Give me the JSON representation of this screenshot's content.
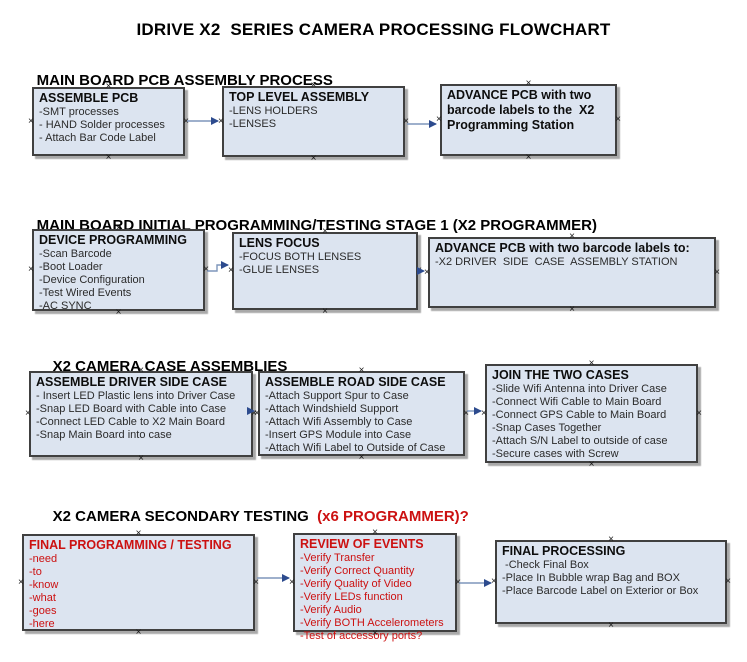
{
  "page_title": "IDRIVE X2  SERIES CAMERA PROCESSING FLOWCHART",
  "handle_glyph": "×",
  "colors": {
    "box_fill": "#dce4f0",
    "box_border": "#404040",
    "box_shadow": "#a9a9a9",
    "accent_red": "#cc1111",
    "arrow_line": "#7e96bb",
    "arrow_head": "#2d4b8e",
    "background": "#ffffff"
  },
  "sections": [
    {
      "heading": "MAIN BOARD PCB ASSEMBLY PROCESS",
      "heading_suffix": "",
      "boxes": [
        {
          "title": "ASSEMBLE PCB",
          "items": [
            "-SMT processes",
            "- HAND Solder processes",
            "- Attach Bar Code Label"
          ]
        },
        {
          "title": "TOP LEVEL ASSEMBLY",
          "items": [
            "-LENS HOLDERS",
            "-LENSES"
          ]
        },
        {
          "title": "ADVANCE PCB with two barcode labels to the  X2 Programming Station",
          "items": []
        }
      ]
    },
    {
      "heading": "MAIN BOARD INITIAL PROGRAMMING/TESTING STAGE 1 (X2 PROGRAMMER)",
      "heading_suffix": "",
      "boxes": [
        {
          "title": "DEVICE PROGRAMMING",
          "items": [
            "-Scan Barcode",
            "-Boot Loader",
            "-Device Configuration",
            "-Test Wired Events",
            "-AC SYNC"
          ]
        },
        {
          "title": "LENS FOCUS",
          "items": [
            "-FOCUS BOTH LENSES",
            "-GLUE LENSES"
          ]
        },
        {
          "title": "ADVANCE PCB with two barcode labels to:",
          "items": [
            "-X2 DRIVER  SIDE  CASE  ASSEMBLY STATION"
          ]
        }
      ]
    },
    {
      "heading": "X2 CAMERA CASE ASSEMBLIES",
      "heading_suffix": "",
      "boxes": [
        {
          "title": "ASSEMBLE DRIVER SIDE CASE",
          "items": [
            "- Insert LED Plastic lens into Driver Case",
            "-Snap LED Board with Cable into Case",
            "-Connect LED Cable to X2 Main Board",
            "-Snap Main Board into case"
          ]
        },
        {
          "title": "ASSEMBLE ROAD SIDE CASE",
          "items": [
            "-Attach Support Spur to Case",
            "-Attach Windshield Support",
            "-Attach Wifi Assembly to Case",
            "-Insert GPS Module into Case",
            "-Attach Wifi Label to Outside of Case"
          ]
        },
        {
          "title": "JOIN THE TWO CASES",
          "items": [
            "-Slide Wifi Antenna into Driver Case",
            "-Connect Wifi Cable to Main Board",
            "-Connect GPS Cable to Main Board",
            "-Snap Cases Together",
            "-Attach S/N Label to outside of case",
            "-Secure cases with Screw"
          ]
        }
      ]
    },
    {
      "heading": "X2 CAMERA SECONDARY TESTING ",
      "heading_suffix": " (x6 PROGRAMMER)?",
      "boxes": [
        {
          "title": "FINAL PROGRAMMING / TESTING",
          "items": [
            "-need",
            "-to",
            "-know",
            "-what",
            "-goes",
            "-here"
          ]
        },
        {
          "title": "REVIEW OF EVENTS",
          "items": [
            "-Verify Transfer",
            "-Verify Correct Quantity",
            "-Verify Quality of Video",
            "-Verify LEDs function",
            "-Verify Audio",
            "-Verify BOTH Accelerometers",
            "-Test of accessory ports?"
          ]
        },
        {
          "title": "FINAL PROCESSING",
          "items": [
            " -Check Final Box",
            "-Place In Bubble wrap Bag and BOX",
            "-Place Barcode Label on Exterior or Box"
          ]
        }
      ]
    }
  ]
}
